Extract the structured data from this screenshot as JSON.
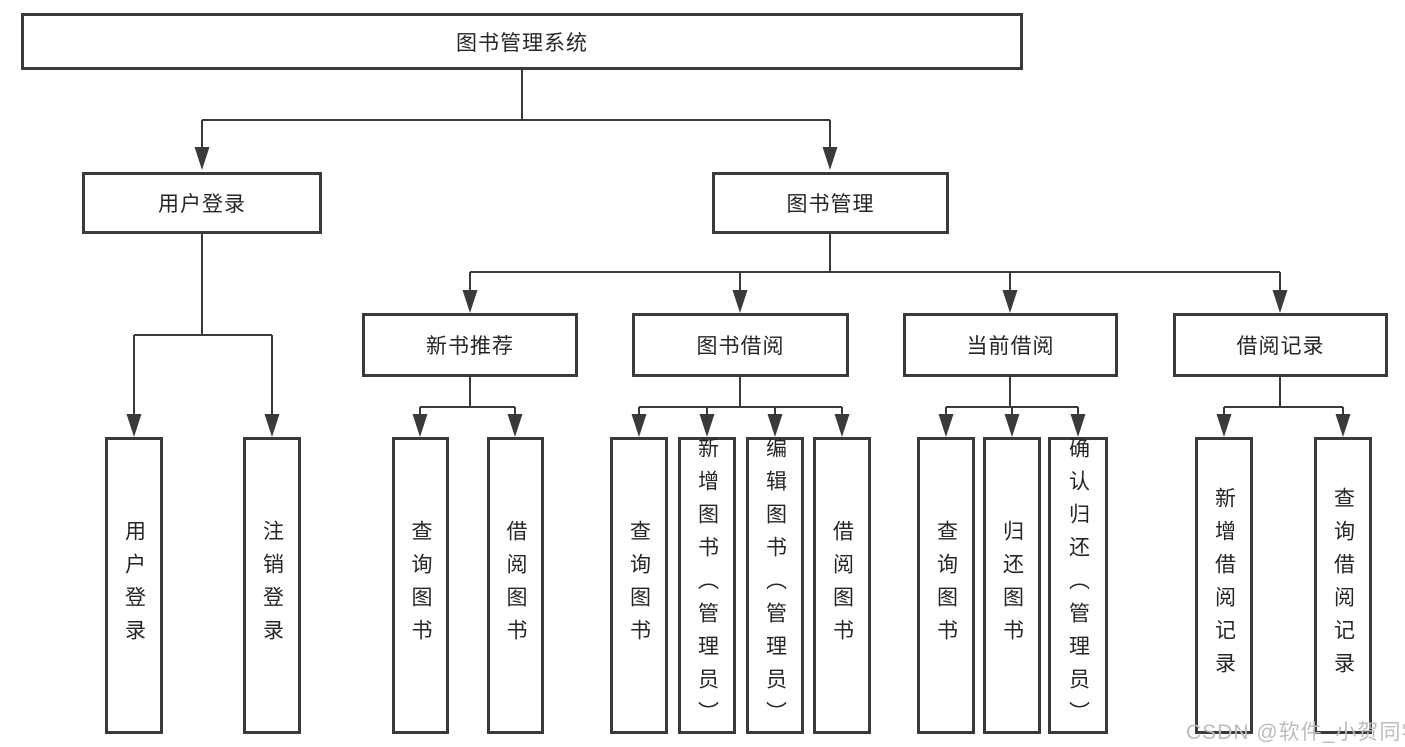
{
  "diagram": {
    "type": "hierarchy-diagram",
    "colors": {
      "line": "#3a3a3a",
      "text": "#262626",
      "background": "#ffffff",
      "watermark": "#bcbcbc"
    },
    "tree": {
      "label": "图书管理系统",
      "children": [
        {
          "label": "用户登录",
          "children": [
            {
              "label": "用户登录"
            },
            {
              "label": "注销登录"
            }
          ]
        },
        {
          "label": "图书管理",
          "children": [
            {
              "label": "新书推荐",
              "children": [
                {
                  "label": "查询图书"
                },
                {
                  "label": "借阅图书"
                }
              ]
            },
            {
              "label": "图书借阅",
              "children": [
                {
                  "label": "查询图书"
                },
                {
                  "label": "新增图书（管理员）"
                },
                {
                  "label": "编辑图书（管理员）"
                },
                {
                  "label": "借阅图书"
                }
              ]
            },
            {
              "label": "当前借阅",
              "children": [
                {
                  "label": "查询图书"
                },
                {
                  "label": "归还图书"
                },
                {
                  "label": "确认归还（管理员）"
                }
              ]
            },
            {
              "label": "借阅记录",
              "children": [
                {
                  "label": "新增借阅记录"
                },
                {
                  "label": "查询借阅记录"
                }
              ]
            }
          ]
        }
      ]
    },
    "watermark": "CSDN @软件_小贺同学"
  }
}
